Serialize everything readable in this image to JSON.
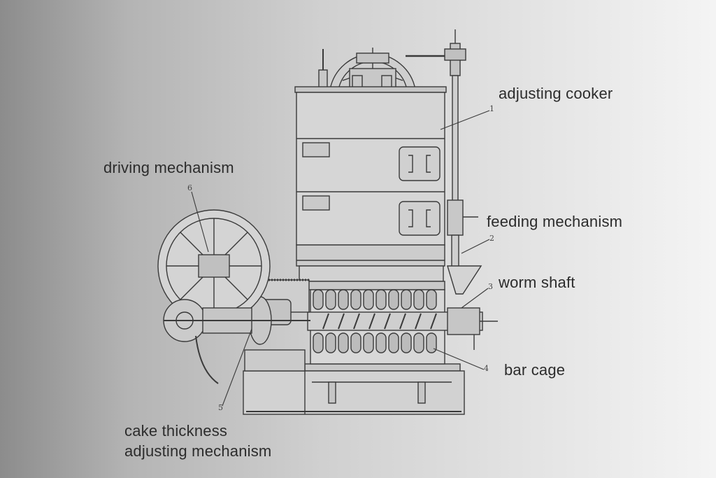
{
  "labels": {
    "adjusting_cooker": "adjusting cooker",
    "driving_mechanism": "driving mechanism",
    "feeding_mechanism": "feeding mechanism",
    "worm_shaft": "worm shaft",
    "bar_cage": "bar cage",
    "cake_thickness_line1": "cake thickness",
    "cake_thickness_line2": "adjusting mechanism"
  },
  "part_numbers": {
    "n1": "1",
    "n2": "2",
    "n3": "3",
    "n4": "4",
    "n5": "5",
    "n6": "6"
  },
  "colors": {
    "line": "#3a3a3a",
    "fill": "#d8d8d8",
    "background_left": "#8c8c8c",
    "background_right": "#f4f4f4"
  }
}
